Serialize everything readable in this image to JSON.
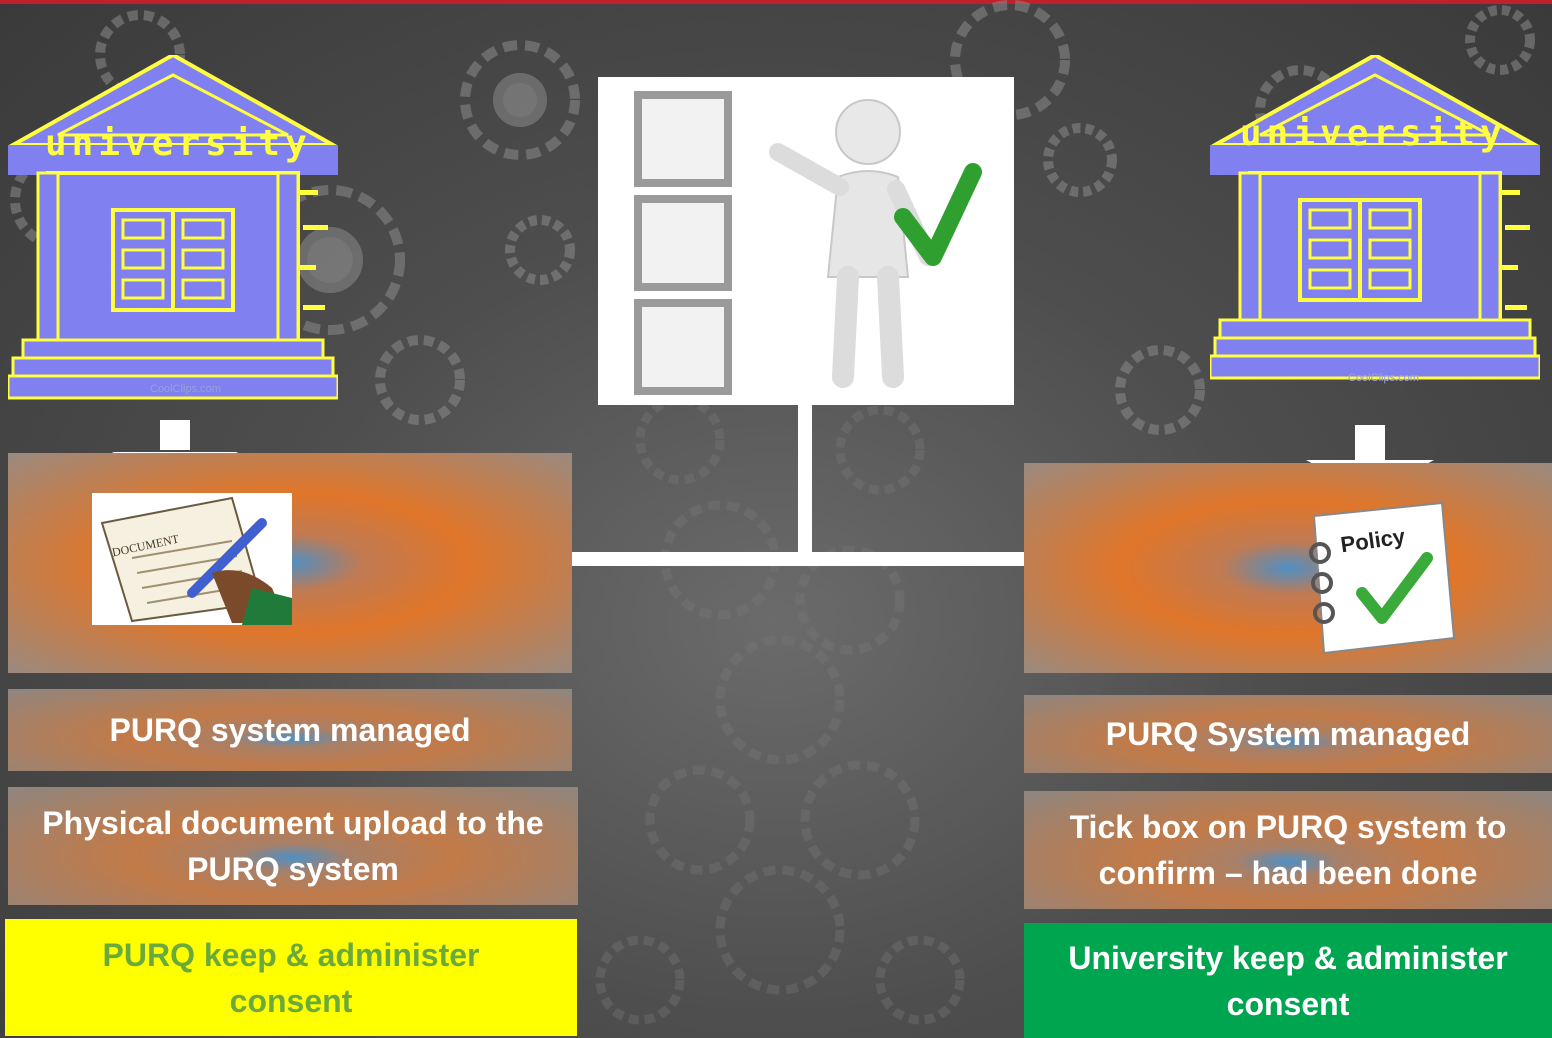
{
  "left": {
    "building_label": "university",
    "watermark": "CoolClips.com",
    "doc_label": "DOCUMENT",
    "box1": "PURQ system managed",
    "box2": "Physical document upload to the PURQ system",
    "box3": "PURQ keep & administer consent"
  },
  "right": {
    "building_label": "university",
    "watermark": "CoolClips.com",
    "policy_label": "Policy",
    "box1": "PURQ System managed",
    "box2": "Tick box on PURQ system to confirm – had been done",
    "box3": "University keep & administer consent"
  },
  "colors": {
    "building": "#8080f0",
    "building_trim": "#ffff40",
    "yellow_box": "#ffff00",
    "green_box": "#00a550",
    "accent_bar": "#c0202a"
  }
}
